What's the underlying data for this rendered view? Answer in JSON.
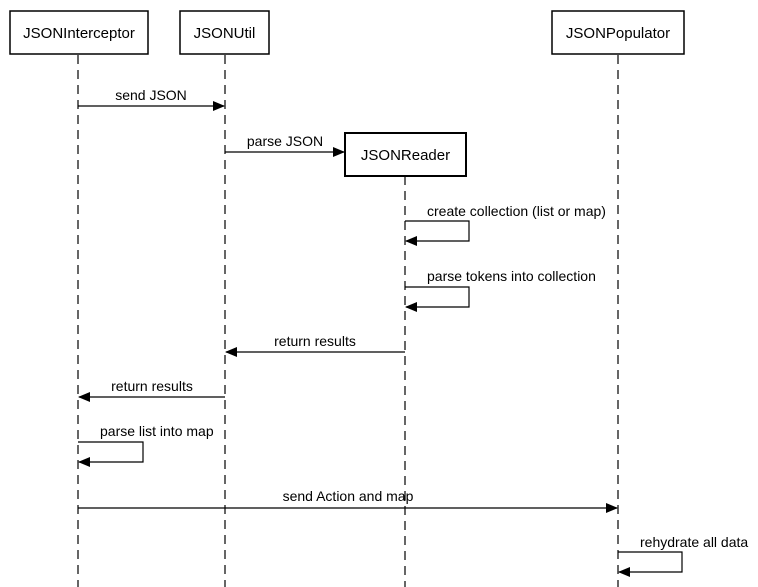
{
  "participants": [
    {
      "id": "interceptor",
      "label": "JSONInterceptor"
    },
    {
      "id": "util",
      "label": "JSONUtil"
    },
    {
      "id": "reader",
      "label": "JSONReader"
    },
    {
      "id": "populator",
      "label": "JSONPopulator"
    }
  ],
  "messages": [
    {
      "from": "interceptor",
      "to": "util",
      "label": "send JSON"
    },
    {
      "from": "util",
      "to": "reader",
      "label": "parse JSON"
    },
    {
      "from": "reader",
      "to": "reader",
      "label": "create collection (list or map)"
    },
    {
      "from": "reader",
      "to": "reader",
      "label": "parse tokens into collection"
    },
    {
      "from": "reader",
      "to": "util",
      "label": "return results"
    },
    {
      "from": "util",
      "to": "interceptor",
      "label": "return results"
    },
    {
      "from": "interceptor",
      "to": "interceptor",
      "label": "parse list into map"
    },
    {
      "from": "interceptor",
      "to": "populator",
      "label": "send Action and map"
    },
    {
      "from": "populator",
      "to": "populator",
      "label": "rehydrate all data"
    }
  ]
}
